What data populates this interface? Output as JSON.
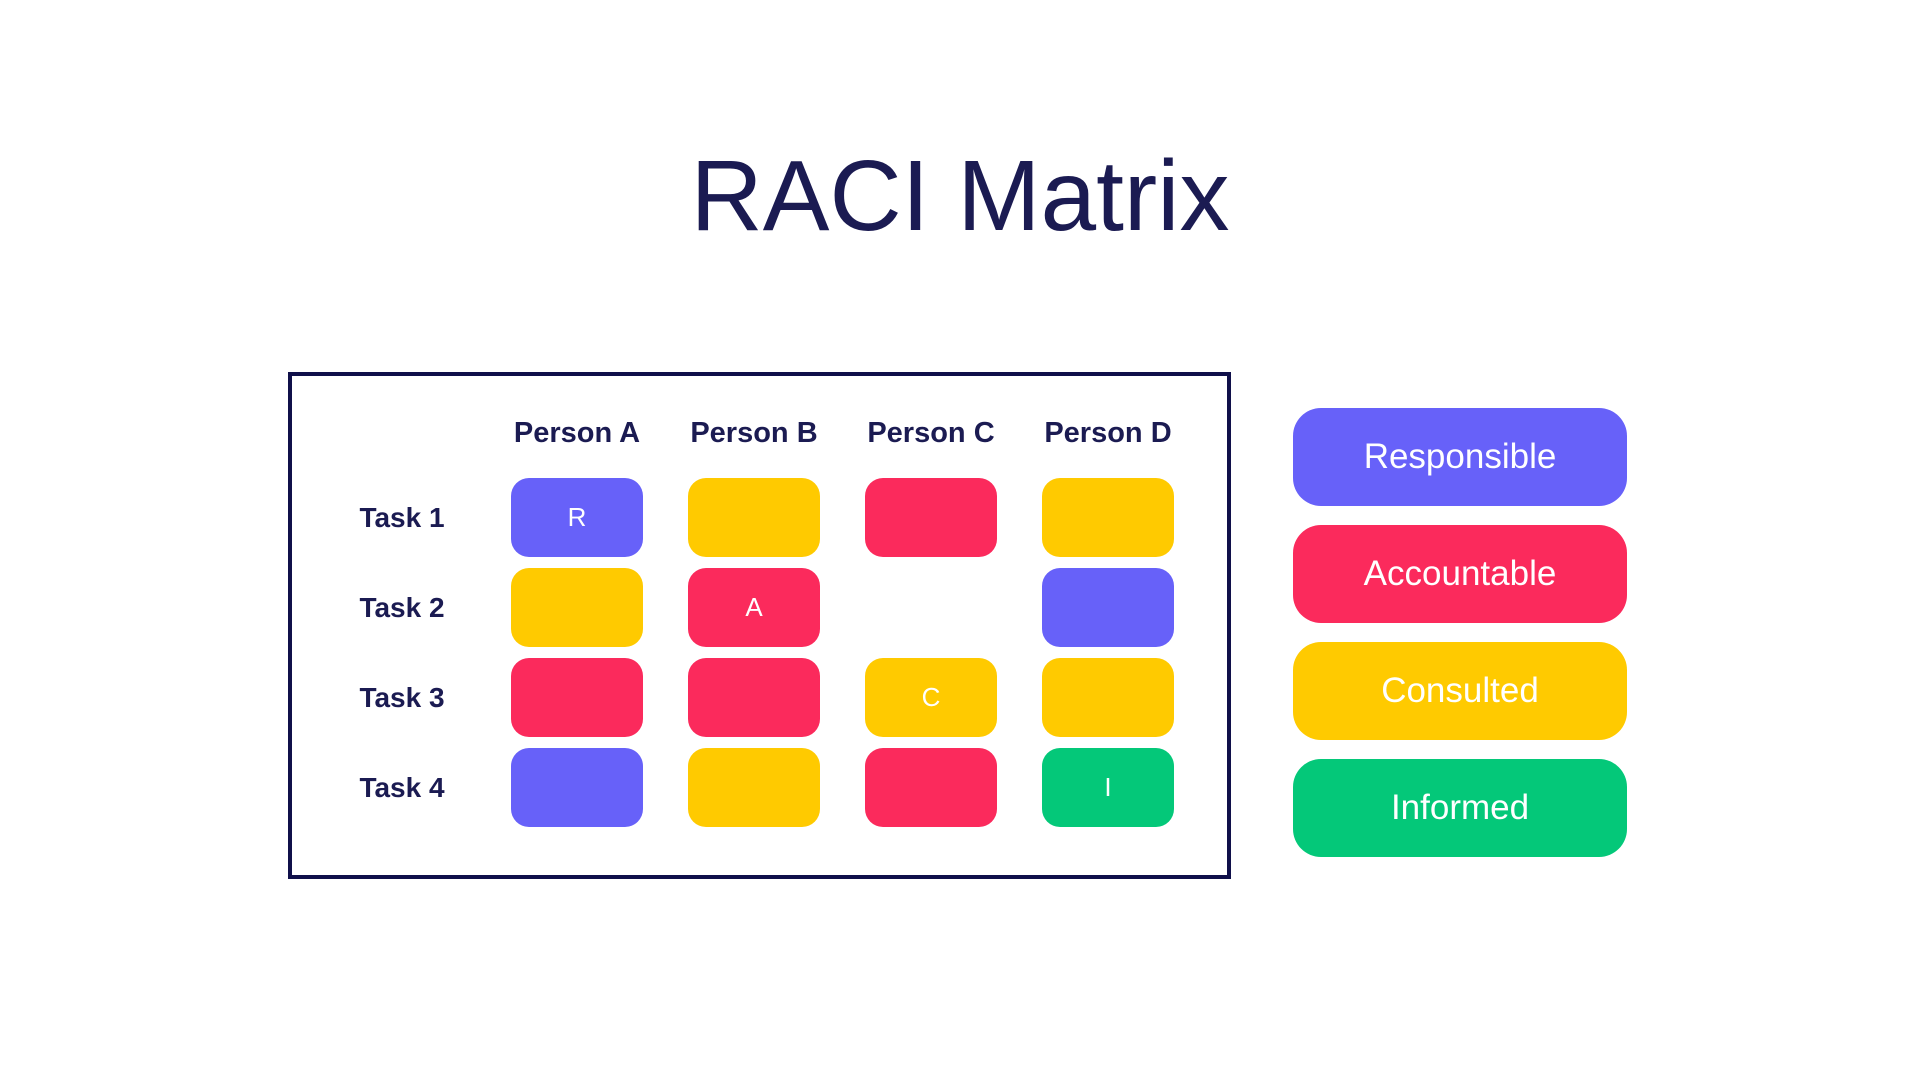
{
  "title": "RACI Matrix",
  "colors": {
    "responsible": "#6761F9",
    "accountable": "#FB2A5C",
    "consulted": "#FFCA00",
    "informed": "#04C879",
    "ink": "#1B1B52",
    "border": "#10104A",
    "background": "#FFFFFF",
    "cell_letter": "#FFFFFF"
  },
  "matrix": {
    "columns": [
      "Person A",
      "Person B",
      "Person C",
      "Person D"
    ],
    "rows": [
      "Task 1",
      "Task 2",
      "Task 3",
      "Task 4"
    ],
    "cells": [
      [
        {
          "role": "responsible",
          "letter": "R"
        },
        {
          "role": "consulted",
          "letter": ""
        },
        {
          "role": "accountable",
          "letter": ""
        },
        {
          "role": "consulted",
          "letter": ""
        }
      ],
      [
        {
          "role": "consulted",
          "letter": ""
        },
        {
          "role": "accountable",
          "letter": "A"
        },
        null,
        {
          "role": "responsible",
          "letter": ""
        }
      ],
      [
        {
          "role": "accountable",
          "letter": ""
        },
        {
          "role": "accountable",
          "letter": ""
        },
        {
          "role": "consulted",
          "letter": "C"
        },
        {
          "role": "consulted",
          "letter": ""
        }
      ],
      [
        {
          "role": "responsible",
          "letter": ""
        },
        {
          "role": "consulted",
          "letter": ""
        },
        {
          "role": "accountable",
          "letter": ""
        },
        {
          "role": "informed",
          "letter": "I"
        }
      ]
    ]
  },
  "legend": [
    {
      "role": "responsible",
      "label": "Responsible"
    },
    {
      "role": "accountable",
      "label": "Accountable"
    },
    {
      "role": "consulted",
      "label": "Consulted"
    },
    {
      "role": "informed",
      "label": "Informed"
    }
  ]
}
